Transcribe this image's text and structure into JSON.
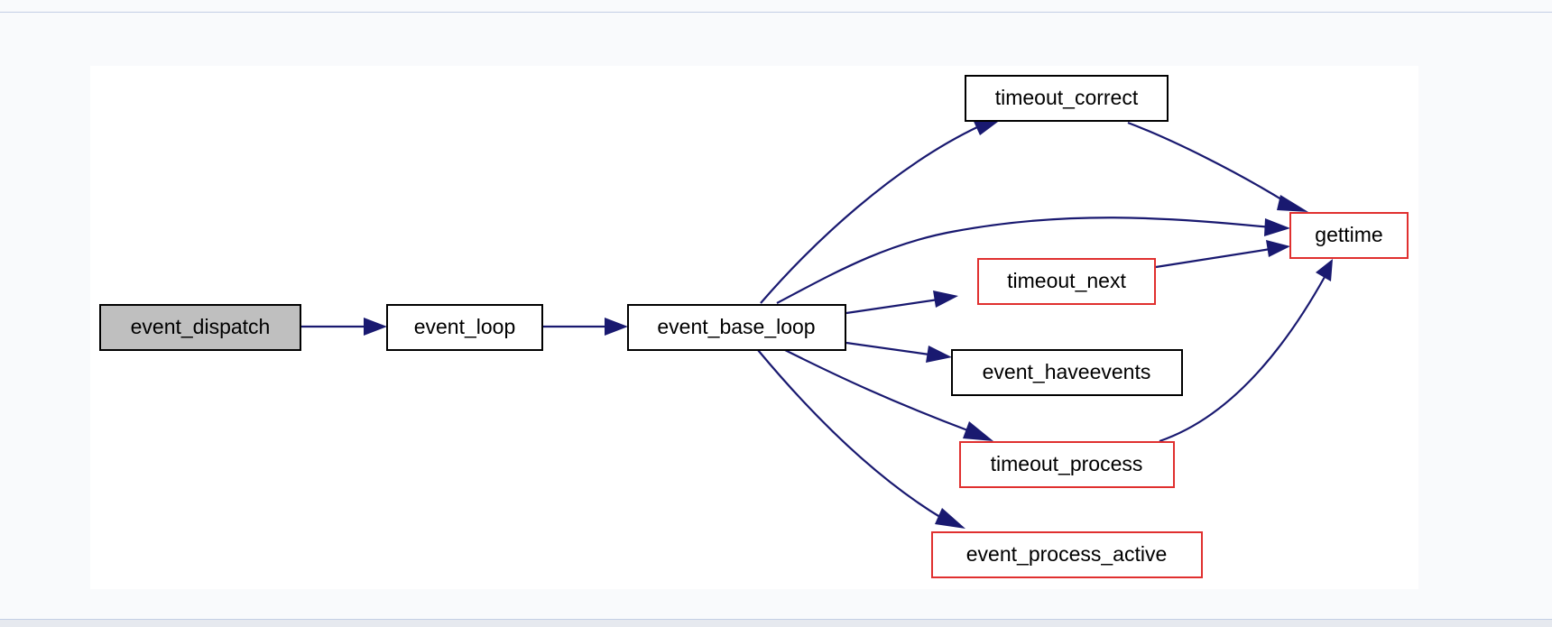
{
  "colors": {
    "edge": "#191970",
    "border_normal": "#000000",
    "border_red": "#e0302f",
    "root_fill": "#bfbfbf"
  },
  "nodes": {
    "event_dispatch": "event_dispatch",
    "event_loop": "event_loop",
    "event_base_loop": "event_base_loop",
    "timeout_correct": "timeout_correct",
    "gettime": "gettime",
    "timeout_next": "timeout_next",
    "event_haveevents": "event_haveevents",
    "timeout_process": "timeout_process",
    "event_process_active": "event_process_active"
  },
  "edges": [
    [
      "event_dispatch",
      "event_loop"
    ],
    [
      "event_loop",
      "event_base_loop"
    ],
    [
      "event_base_loop",
      "timeout_correct"
    ],
    [
      "event_base_loop",
      "gettime"
    ],
    [
      "event_base_loop",
      "timeout_next"
    ],
    [
      "event_base_loop",
      "event_haveevents"
    ],
    [
      "event_base_loop",
      "timeout_process"
    ],
    [
      "event_base_loop",
      "event_process_active"
    ],
    [
      "timeout_correct",
      "gettime"
    ],
    [
      "timeout_next",
      "gettime"
    ],
    [
      "timeout_process",
      "gettime"
    ]
  ]
}
